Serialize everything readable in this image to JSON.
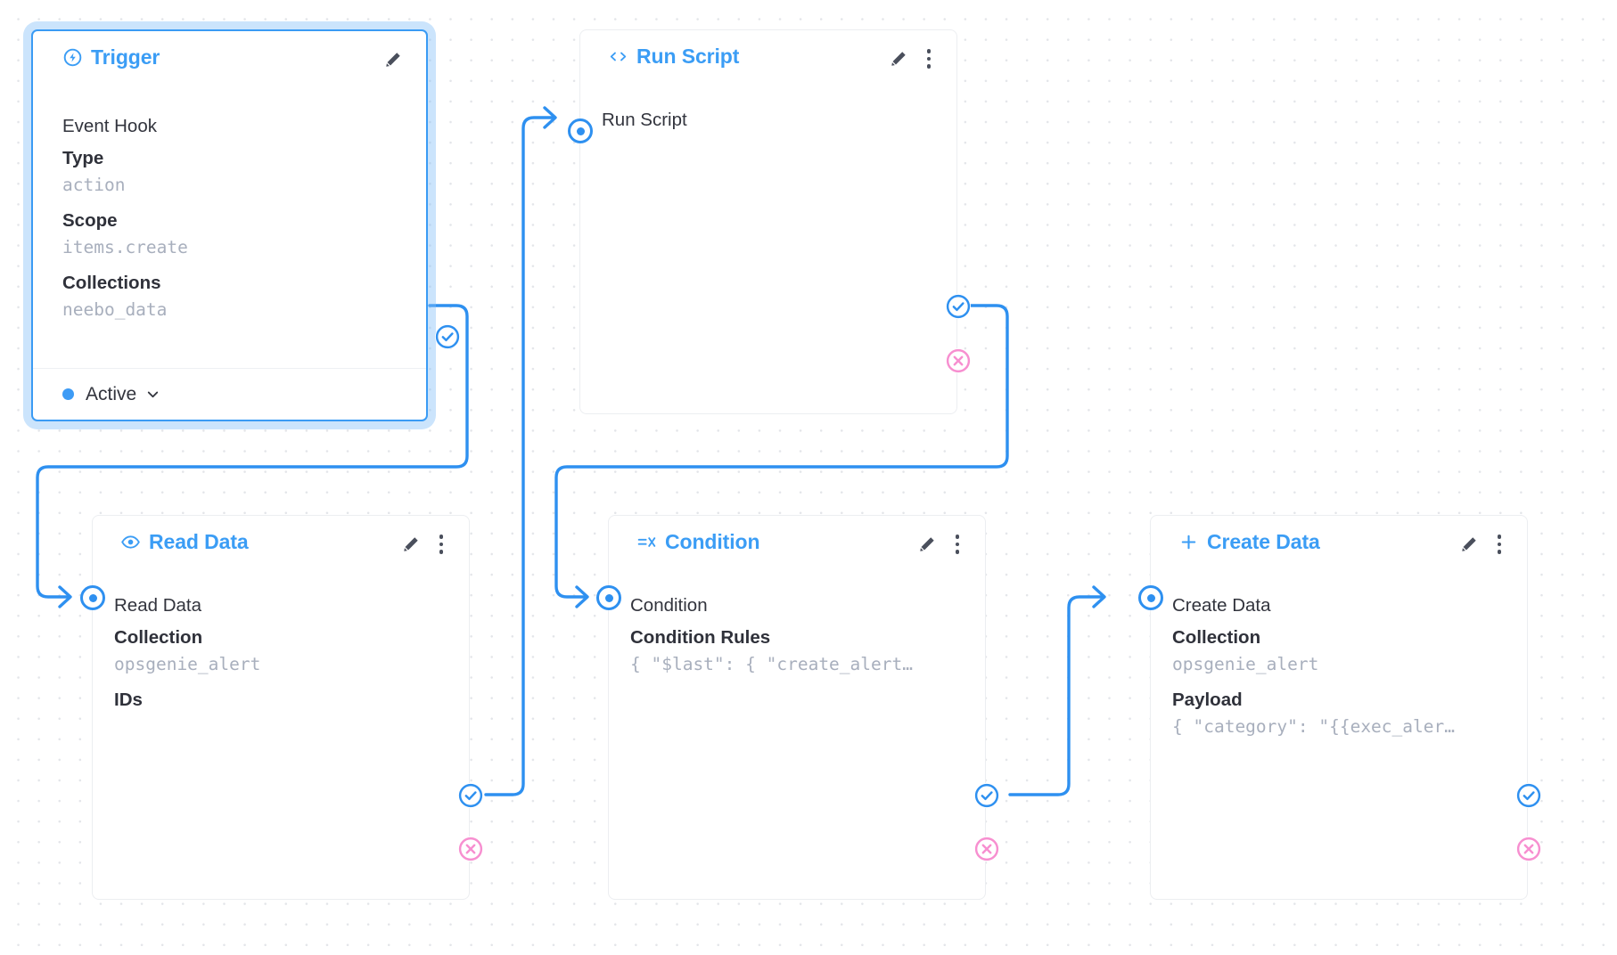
{
  "canvas": {
    "background": "#ffffff",
    "grid_dot_color": "#e3e5e9",
    "accent": "#3b9df5",
    "reject_color": "#f78fd0",
    "value_color": "#a8afbd"
  },
  "nodes": [
    {
      "id": "trigger",
      "title": "Trigger",
      "icon": "bolt-circle-icon",
      "selected": true,
      "subtitle": "Event Hook",
      "fields": [
        {
          "key": "Type",
          "value": "action"
        },
        {
          "key": "Scope",
          "value": "items.create"
        },
        {
          "key": "Collections",
          "value": "neebo_data"
        }
      ],
      "status": {
        "label": "Active",
        "dot_color": "#3d9bf5"
      },
      "tools": {
        "edit": "edit-pencil-icon"
      }
    },
    {
      "id": "run-script",
      "title": "Run Script",
      "icon": "code-brackets-icon",
      "selected": false,
      "subtitle": "Run Script",
      "fields": [],
      "tools": {
        "edit": "edit-pencil-icon",
        "menu": "more-vertical-icon"
      }
    },
    {
      "id": "read-data",
      "title": "Read Data",
      "icon": "eye-icon",
      "selected": false,
      "subtitle": "Read Data",
      "fields": [
        {
          "key": "Collection",
          "value": "opsgenie_alert"
        },
        {
          "key": "IDs",
          "value": ""
        }
      ],
      "tools": {
        "edit": "edit-pencil-icon",
        "menu": "more-vertical-icon"
      }
    },
    {
      "id": "condition",
      "title": "Condition",
      "icon": "condition-rules-icon",
      "selected": false,
      "subtitle": "Condition",
      "fields": [
        {
          "key": "Condition Rules",
          "value": "{ \"$last\": { \"create_alert…"
        }
      ],
      "tools": {
        "edit": "edit-pencil-icon",
        "menu": "more-vertical-icon"
      }
    },
    {
      "id": "create-data",
      "title": "Create Data",
      "icon": "plus-icon",
      "selected": false,
      "subtitle": "Create Data",
      "fields": [
        {
          "key": "Collection",
          "value": "opsgenie_alert"
        },
        {
          "key": "Payload",
          "value": "{ \"category\": \"{{exec_aler…"
        }
      ],
      "tools": {
        "edit": "edit-pencil-icon",
        "menu": "more-vertical-icon"
      }
    }
  ],
  "ports": {
    "input_name": "input-port",
    "success_name": "success-port",
    "reject_name": "reject-port"
  }
}
